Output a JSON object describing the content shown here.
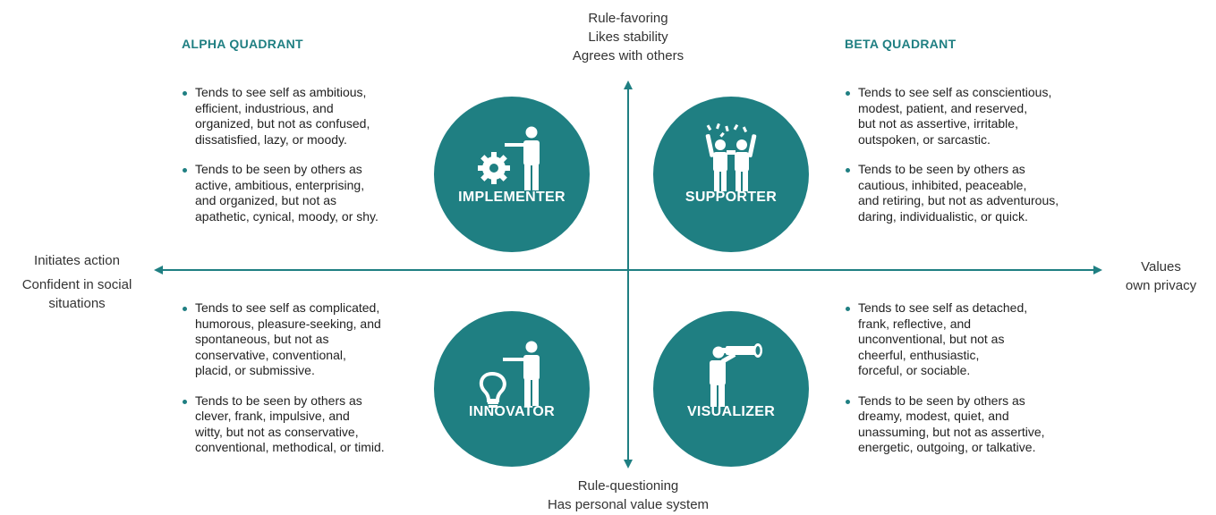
{
  "colors": {
    "accent": "#1f7f82",
    "text": "#222222"
  },
  "axes": {
    "top": [
      "Rule-favoring",
      "Likes stability",
      "Agrees with others"
    ],
    "bottom": [
      "Rule-questioning",
      "Has personal value system"
    ],
    "left": [
      "Initiates action",
      "Confident in social",
      "situations"
    ],
    "right": [
      "Values",
      "own privacy"
    ]
  },
  "quadrants": {
    "alpha_title": "ALPHA QUADRANT",
    "beta_title": "BETA QUADRANT",
    "top_left": [
      "Tends to see self as ambitious,\nefficient, industrious, and\norganized, but not as confused,\ndissatisfied, lazy, or moody.",
      "Tends to be seen by others as\nactive, ambitious, enterprising,\nand organized, but not as\napathetic, cynical, moody, or shy."
    ],
    "top_right": [
      "Tends to see self as conscientious,\nmodest, patient, and reserved,\nbut not as assertive, irritable,\noutspoken, or sarcastic.",
      "Tends to be seen by others as\ncautious, inhibited, peaceable,\nand retiring, but not as adventurous,\ndaring, individualistic, or quick."
    ],
    "bottom_left": [
      "Tends to see self as complicated,\nhumorous, pleasure-seeking, and\nspontaneous, but not as\nconservative, conventional,\nplacid, or submissive.",
      "Tends to be seen by others as\nclever, frank, impulsive, and\nwitty, but not as conservative,\nconventional, methodical, or timid."
    ],
    "bottom_right": [
      "Tends to see self as detached,\nfrank, reflective, and\nunconventional, but not as\ncheerful, enthusiastic,\nforceful, or sociable.",
      "Tends to be seen by others as\ndreamy, modest, quiet, and\nunassuming, but not as assertive,\nenergetic, outgoing, or talkative."
    ]
  },
  "types": {
    "implementer": {
      "label": "IMPLEMENTER",
      "icon": "gear-presenter-icon"
    },
    "supporter": {
      "label": "SUPPORTER",
      "icon": "cheering-people-icon"
    },
    "innovator": {
      "label": "INNOVATOR",
      "icon": "lightbulb-presenter-icon"
    },
    "visualizer": {
      "label": "VISUALIZER",
      "icon": "telescope-person-icon"
    }
  }
}
